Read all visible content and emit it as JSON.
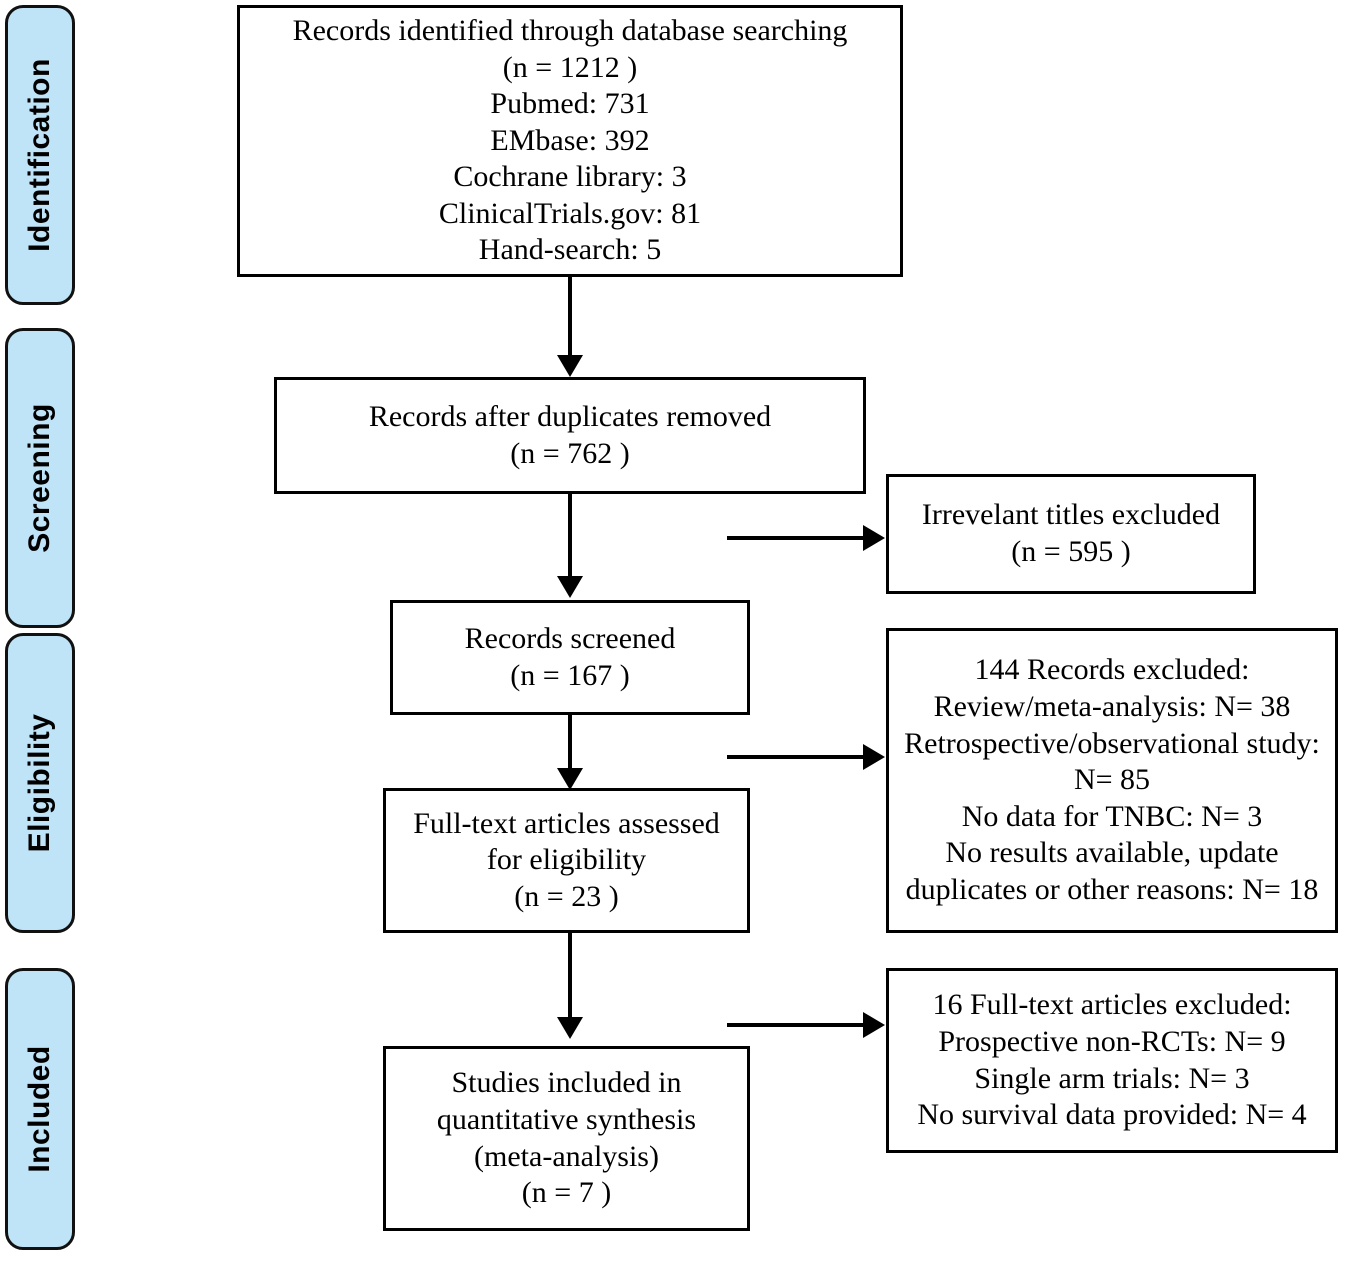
{
  "diagram": {
    "type": "prisma-flow-diagram",
    "title": "PRISMA study selection flow diagram",
    "stage_color": "#bfe3f7",
    "box_border_color": "#000000",
    "background": "#ffffff"
  },
  "stages": [
    {
      "id": "identification",
      "label": "Identification"
    },
    {
      "id": "screening",
      "label": "Screening"
    },
    {
      "id": "eligibility",
      "label": "Eligibility"
    },
    {
      "id": "included",
      "label": "Included"
    }
  ],
  "boxes": {
    "identified": {
      "lines": [
        "Records identified through database searching",
        "(n =  1212 )",
        "Pubmed: 731",
        "EMbase: 392",
        "Cochrane library: 3",
        "ClinicalTrials.gov: 81",
        "Hand-search:  5"
      ]
    },
    "after_duplicates": {
      "lines": [
        "Records after duplicates removed",
        "(n =  762 )"
      ]
    },
    "irrelevant_excluded": {
      "lines": [
        "Irrevelant titles excluded",
        "(n = 595 )"
      ]
    },
    "records_screened": {
      "lines": [
        "Records screened",
        "(n = 167  )"
      ]
    },
    "records_excluded": {
      "lines": [
        "144 Records excluded:",
        "Review/meta-analysis: N= 38",
        "Retrospective/observational study:",
        "N= 85",
        "No data for TNBC: N= 3",
        "No results available, update",
        "duplicates or other reasons: N= 18"
      ]
    },
    "fulltext_assessed": {
      "lines": [
        "Full-text articles assessed",
        "for eligibility",
        "(n = 23 )"
      ]
    },
    "fulltext_excluded": {
      "lines": [
        "16 Full-text articles excluded:",
        "Prospective non-RCTs: N= 9",
        "Single arm trials:  N= 3",
        "No survival data provided: N= 4"
      ]
    },
    "included_studies": {
      "lines": [
        "Studies included in",
        "quantitative synthesis",
        "(meta-analysis)",
        "(n = 7 )"
      ]
    }
  },
  "counts": {
    "records_identified_total": 1212,
    "pubmed": 731,
    "embase": 392,
    "cochrane_library": 3,
    "clinicaltrials_gov": 81,
    "hand_search": 5,
    "after_duplicates_removed": 762,
    "irrelevant_titles_excluded": 595,
    "records_screened": 167,
    "records_excluded": 144,
    "review_meta_analysis_excluded": 38,
    "retrospective_observational_excluded": 85,
    "no_data_for_tnbc_excluded": 3,
    "no_results_update_duplicates_other_excluded": 18,
    "fulltext_assessed": 23,
    "fulltext_excluded": 16,
    "prospective_non_rcts_excluded": 9,
    "single_arm_trials_excluded": 3,
    "no_survival_data_excluded": 4,
    "studies_included": 7
  }
}
